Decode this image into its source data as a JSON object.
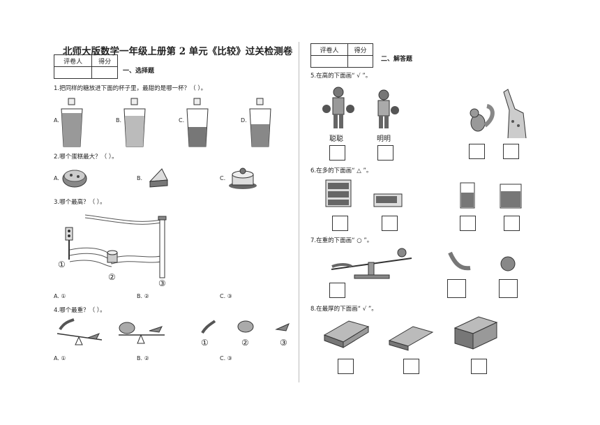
{
  "title": "北师大版数学一年级上册第 2 单元《比较》过关检测卷",
  "score_table": {
    "reviewer": "评卷人",
    "score": "得分"
  },
  "left": {
    "section_title": "一、选择题",
    "q1": {
      "text": "1.把同样的糖放进下面的杯子里，最甜的是哪一杯？（        ）。",
      "options": [
        "A.",
        "B.",
        "C.",
        "D."
      ]
    },
    "q2": {
      "text": "2.哪个蛋糕最大？（      ）。",
      "options": [
        "A.",
        "B.",
        "C."
      ]
    },
    "q3": {
      "text": "3.哪个最高？（      ）。",
      "marks": [
        "①",
        "②",
        "③"
      ],
      "options": [
        "A. ①",
        "B. ②",
        "C. ③"
      ]
    },
    "q4": {
      "text": "4.哪个最重？（      ）。",
      "marks": [
        "①",
        "②",
        "③"
      ],
      "options": [
        "A. ①",
        "B. ②",
        "C. ③"
      ]
    }
  },
  "right": {
    "section_title": "二、解答题",
    "q5": {
      "text": "5.在高的下面画“ √ ”。",
      "names": [
        "聪聪",
        "明明"
      ]
    },
    "q6": {
      "text": "6.在多的下面画“ △ ”。"
    },
    "q7": {
      "text": "7.在重的下面画“ ○ ”。"
    },
    "q8": {
      "text": "8.在最厚的下面画“ √ ”。"
    }
  }
}
